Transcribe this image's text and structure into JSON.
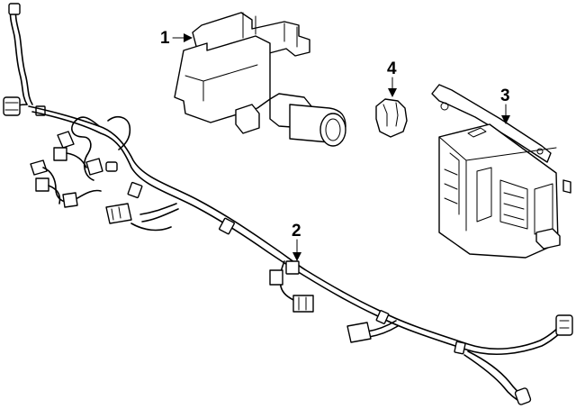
{
  "callouts": [
    {
      "id": "1",
      "label": "1"
    },
    {
      "id": "2",
      "label": "2"
    },
    {
      "id": "3",
      "label": "3"
    },
    {
      "id": "4",
      "label": "4"
    }
  ],
  "parts": [
    "sensor",
    "wiring-harness",
    "control-module",
    "bezel"
  ]
}
